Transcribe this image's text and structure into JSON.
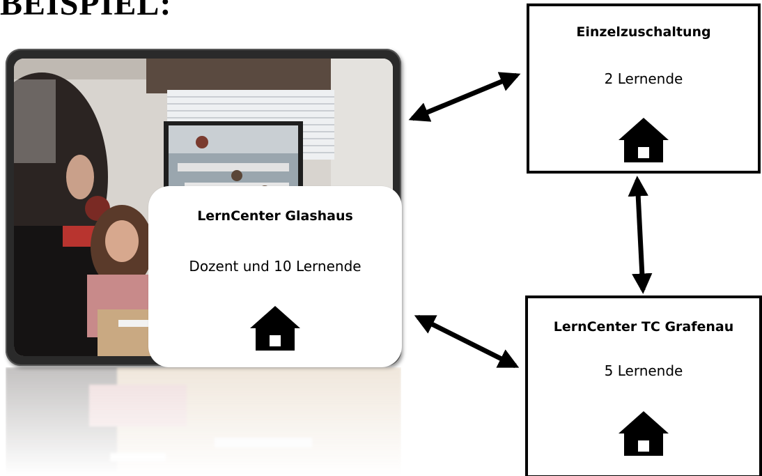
{
  "heading": "BEISPIEL:",
  "boxes": {
    "glashaus": {
      "title": "LernCenter Glashaus",
      "subtitle": "Dozent und 10 Lernende",
      "icon": "house-icon"
    },
    "einzel": {
      "title": "Einzelzuschaltung",
      "subtitle": "2 Lernende",
      "icon": "house-icon"
    },
    "grafenau": {
      "title": "LernCenter TC Grafenau",
      "subtitle": "5 Lernende",
      "icon": "house-icon"
    }
  },
  "connections": [
    {
      "from": "glashaus",
      "to": "einzel",
      "type": "bidirectional"
    },
    {
      "from": "einzel",
      "to": "grafenau",
      "type": "bidirectional"
    },
    {
      "from": "glashaus",
      "to": "grafenau",
      "type": "bidirectional"
    }
  ],
  "colors": {
    "stroke": "#000000",
    "background": "#ffffff"
  }
}
